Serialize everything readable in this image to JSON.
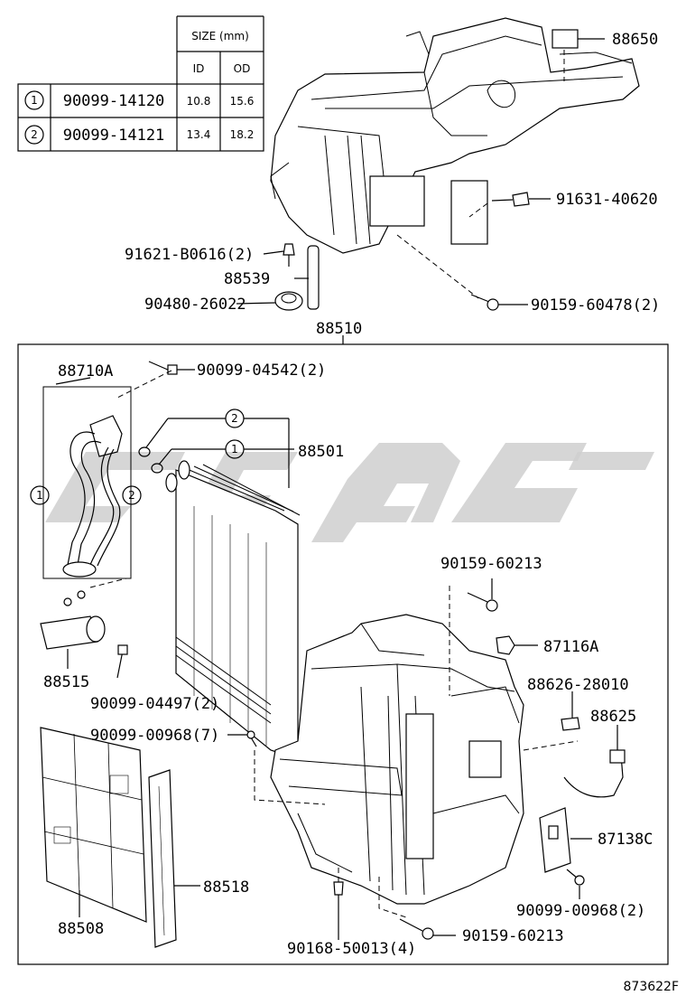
{
  "size_table": {
    "header": "SIZE (mm)",
    "col_id": "ID",
    "col_od": "OD",
    "rows": [
      {
        "idx": "1",
        "part": "90099-14120",
        "id": "10.8",
        "od": "15.6"
      },
      {
        "idx": "2",
        "part": "90099-14121",
        "id": "13.4",
        "od": "18.2"
      }
    ]
  },
  "callouts": {
    "p88650": "88650",
    "p91631": "91631-40620",
    "p91621": "91621-B0616(2)",
    "p88539": "88539",
    "p90480": "90480-26022",
    "p90159a": "90159-60478(2)",
    "p88510": "88510",
    "p88710A": "88710A",
    "p90099_04542": "90099-04542(2)",
    "p88501": "88501",
    "p88515": "88515",
    "p90099_04497": "90099-04497(2)",
    "p90159b": "90159-60213",
    "p87116A": "87116A",
    "p88626": "88626-28010",
    "p88625": "88625",
    "p90099_00968a": "90099-00968(7)",
    "p87138C": "87138C",
    "p90099_00968b": "90099-00968(2)",
    "p88518": "88518",
    "p88508": "88508",
    "p90168": "90168-50013(4)",
    "p90159c": "90159-60213"
  },
  "circle_labels": {
    "one": "1",
    "two": "2"
  },
  "diagram_id": "873622F",
  "watermark_color": "#cfcfcf"
}
